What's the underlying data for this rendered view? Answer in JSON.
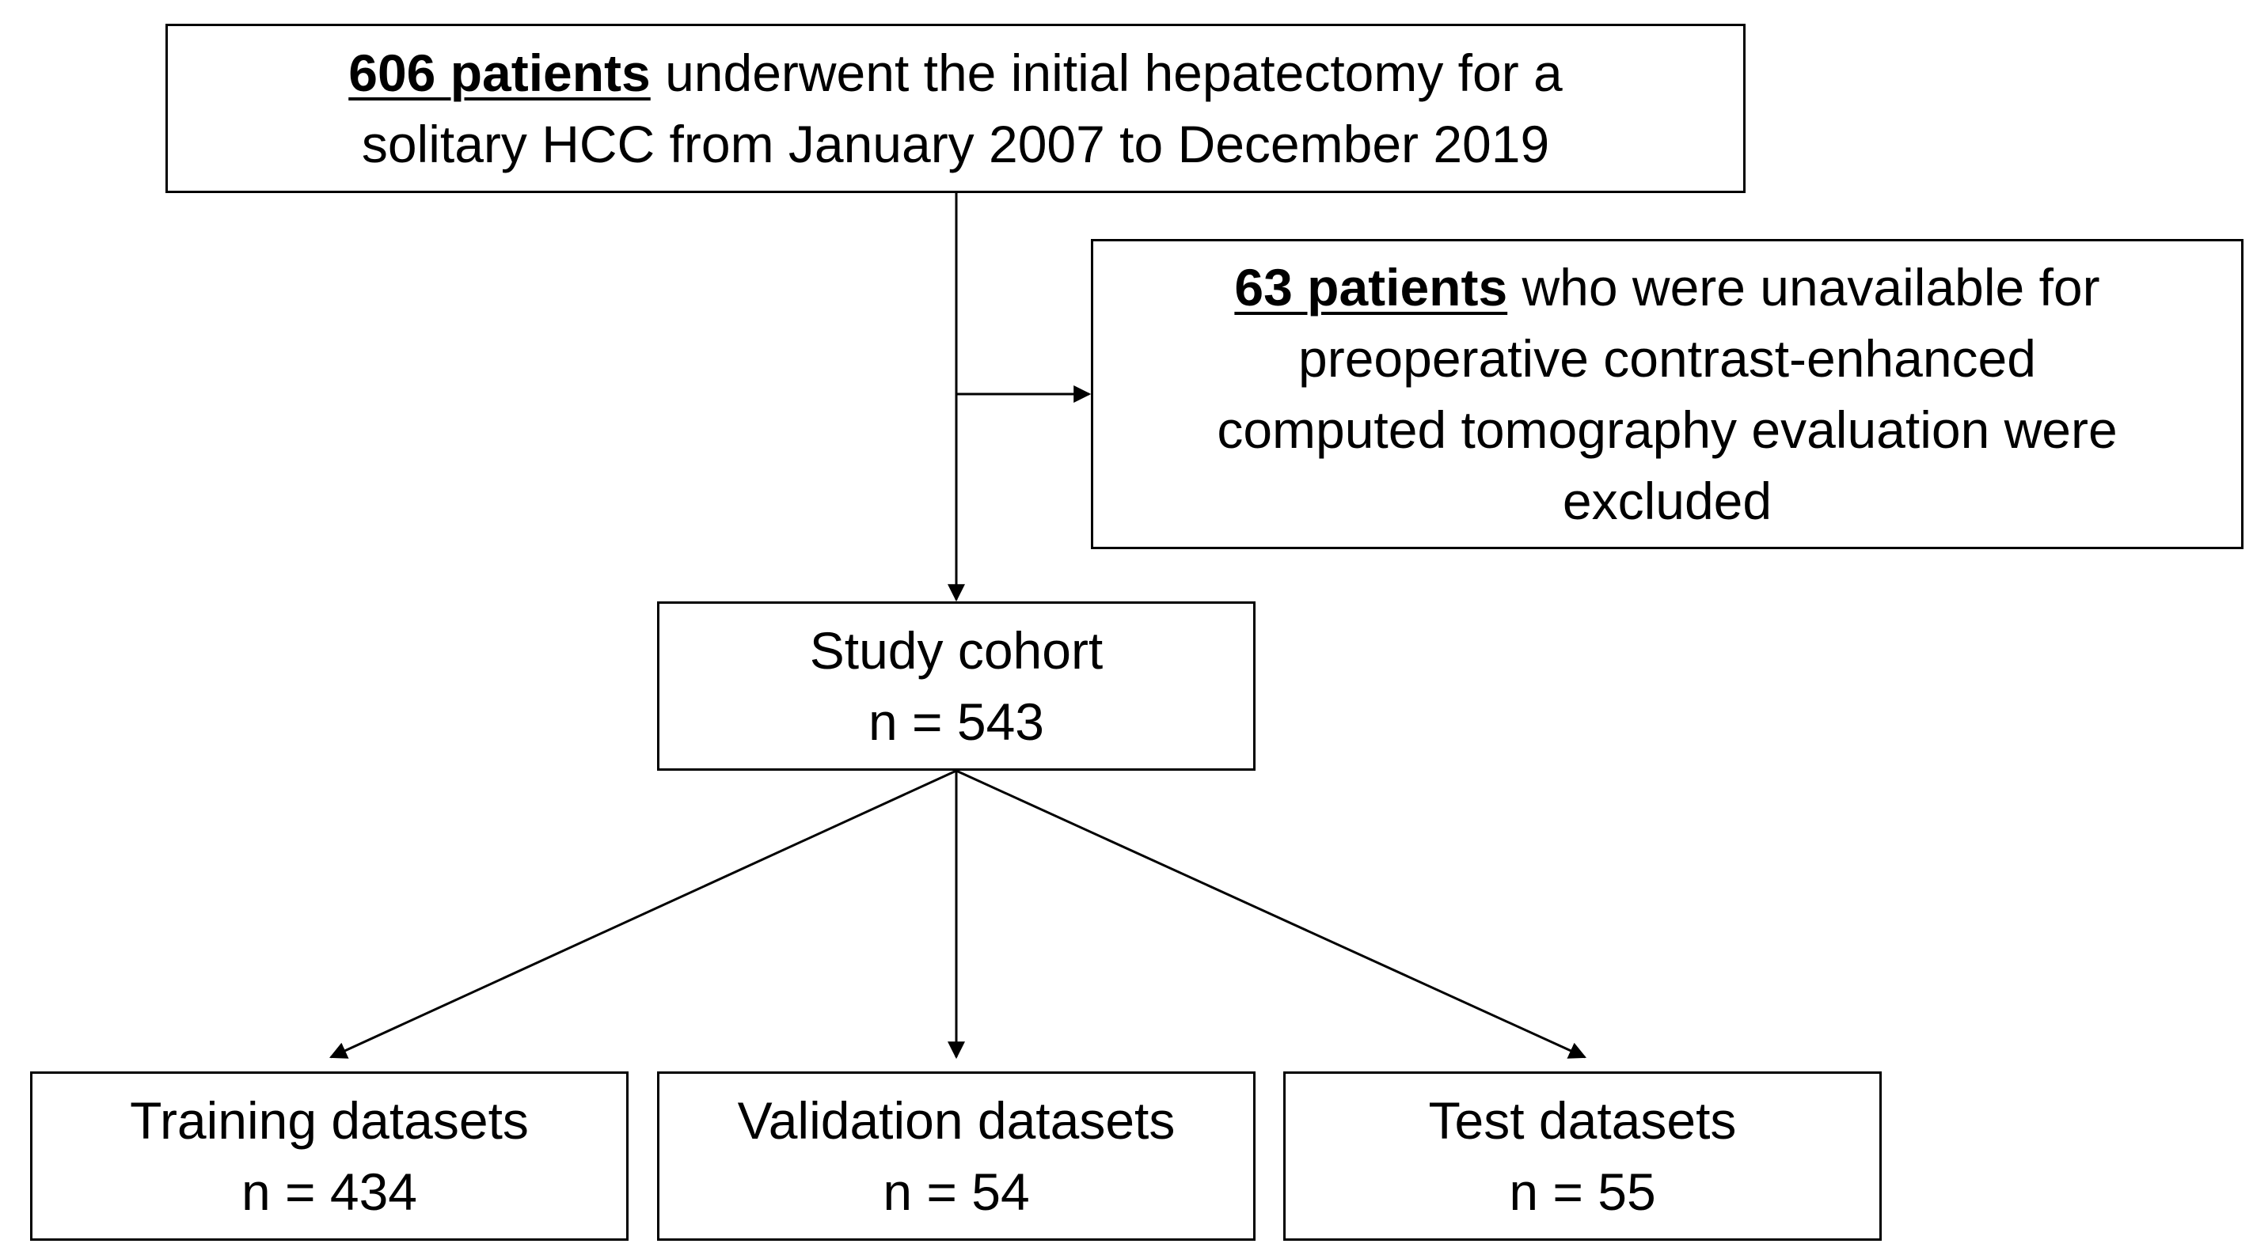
{
  "total": {
    "emphasis": "606 patients",
    "line1_rest": " underwent the initial hepatectomy for a",
    "line2": "solitary HCC from January 2007 to December 2019"
  },
  "excluded": {
    "emphasis": "63 patients",
    "line1_rest": " who were unavailable for",
    "line2": "preoperative contrast-enhanced",
    "line3": "computed tomography evaluation were",
    "line4": "excluded"
  },
  "cohort": {
    "label": "Study cohort",
    "count": "n = 543"
  },
  "splits": {
    "training": {
      "label": "Training datasets",
      "count": "n = 434"
    },
    "validation": {
      "label": "Validation datasets",
      "count": "n = 54"
    },
    "test": {
      "label": "Test datasets",
      "count": "n = 55"
    }
  },
  "colors": {
    "line": "#000000",
    "background": "#ffffff"
  }
}
